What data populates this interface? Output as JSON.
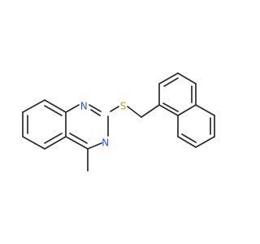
{
  "molecule": {
    "atoms": [
      {
        "id": "n1",
        "element": "N"
      },
      {
        "id": "n2",
        "element": "N"
      },
      {
        "id": "s1",
        "element": "S"
      }
    ]
  },
  "colors": {
    "nitrogen": "#3050f8",
    "sulfur": "#c8a000",
    "bond": "#2a2a2a",
    "background": "#ffffff"
  }
}
